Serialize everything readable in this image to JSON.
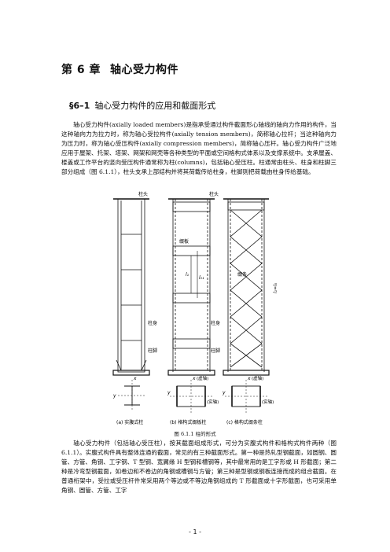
{
  "chapter": {
    "number": "第 6 章",
    "title": "轴心受力构件"
  },
  "section": {
    "number": "§6–1",
    "title": "轴心受力构件的应用和截面形式"
  },
  "paragraph1": "轴心受力构件(axially loaded members)是指承受通过构件截面形心轴线的轴向力作用的构件，当这种轴向力为拉力时，称为轴心受拉构件(axially tension members)，简称轴心拉杆；当这种轴向力为压力时，称为轴心受压构件(axially compression members)，简称轴心压杆。轴心受力构件广泛地应用于屋架、托架、塔架、网架和网壳等各种类型的平面或空间格构式体系以及支撑系统中。支承屋盖、楼盖或工作平台的竖向受压构件通常称为柱(columns)，包括轴心受压柱。柱通常由柱头、柱身和柱脚三部分组成（图 6.1.1），柱头支承上部结构并将其荷载传给柱身，柱脚则把荷载由柱身传给基础。",
  "figure": {
    "labels": {
      "column_head_1": "柱头",
      "column_head_2": "柱头",
      "batten": "缀板",
      "lacing": "缀条",
      "column_body_1": "柱身",
      "column_body_2": "柱身",
      "column_base_1": "柱脚",
      "column_base_2": "柱脚",
      "l1": "l₁",
      "l01": "l₀₁",
      "l_eq": "l₁=l₀",
      "x_axis": "x",
      "y_axis": "y",
      "real_axis": "(虚轴)",
      "real_axis2": "(虚轴)",
      "solid_axis": "(实轴)",
      "solid_axis2": "(实轴)"
    },
    "sub_captions": [
      "(a) 实腹式柱",
      "(b) 格构式缀板柱",
      "(c) 格构式缀条柱"
    ],
    "caption": "图 6.1.1 柱的形式"
  },
  "paragraph2": "轴心受力构件（包括轴心受压柱），按其截面组成形式，可分为实腹式构件和格构式构件两种（图 6.1.1）。实腹式构件具有整体连通的截面，常见的有三种截面形式。第一种是热轧型钢截面，如圆钢、圆管、方管、角钢、工字钢、T 型钢、宽翼缘 H 型钢和槽钢等，其中最常用的是工字形或 H 形截面；第二种是冷弯型钢截面，如卷边和不卷边的角钢或槽钢与方管；第三种是型钢或钢板连接而成的组合截面。在普通桁架中，受拉或受压杆件常采用两个等边或不等边角钢组成的 T 形截面或十字形截面，也可采用单角钢、圆管、方管、工字",
  "footer": "- 1 -"
}
